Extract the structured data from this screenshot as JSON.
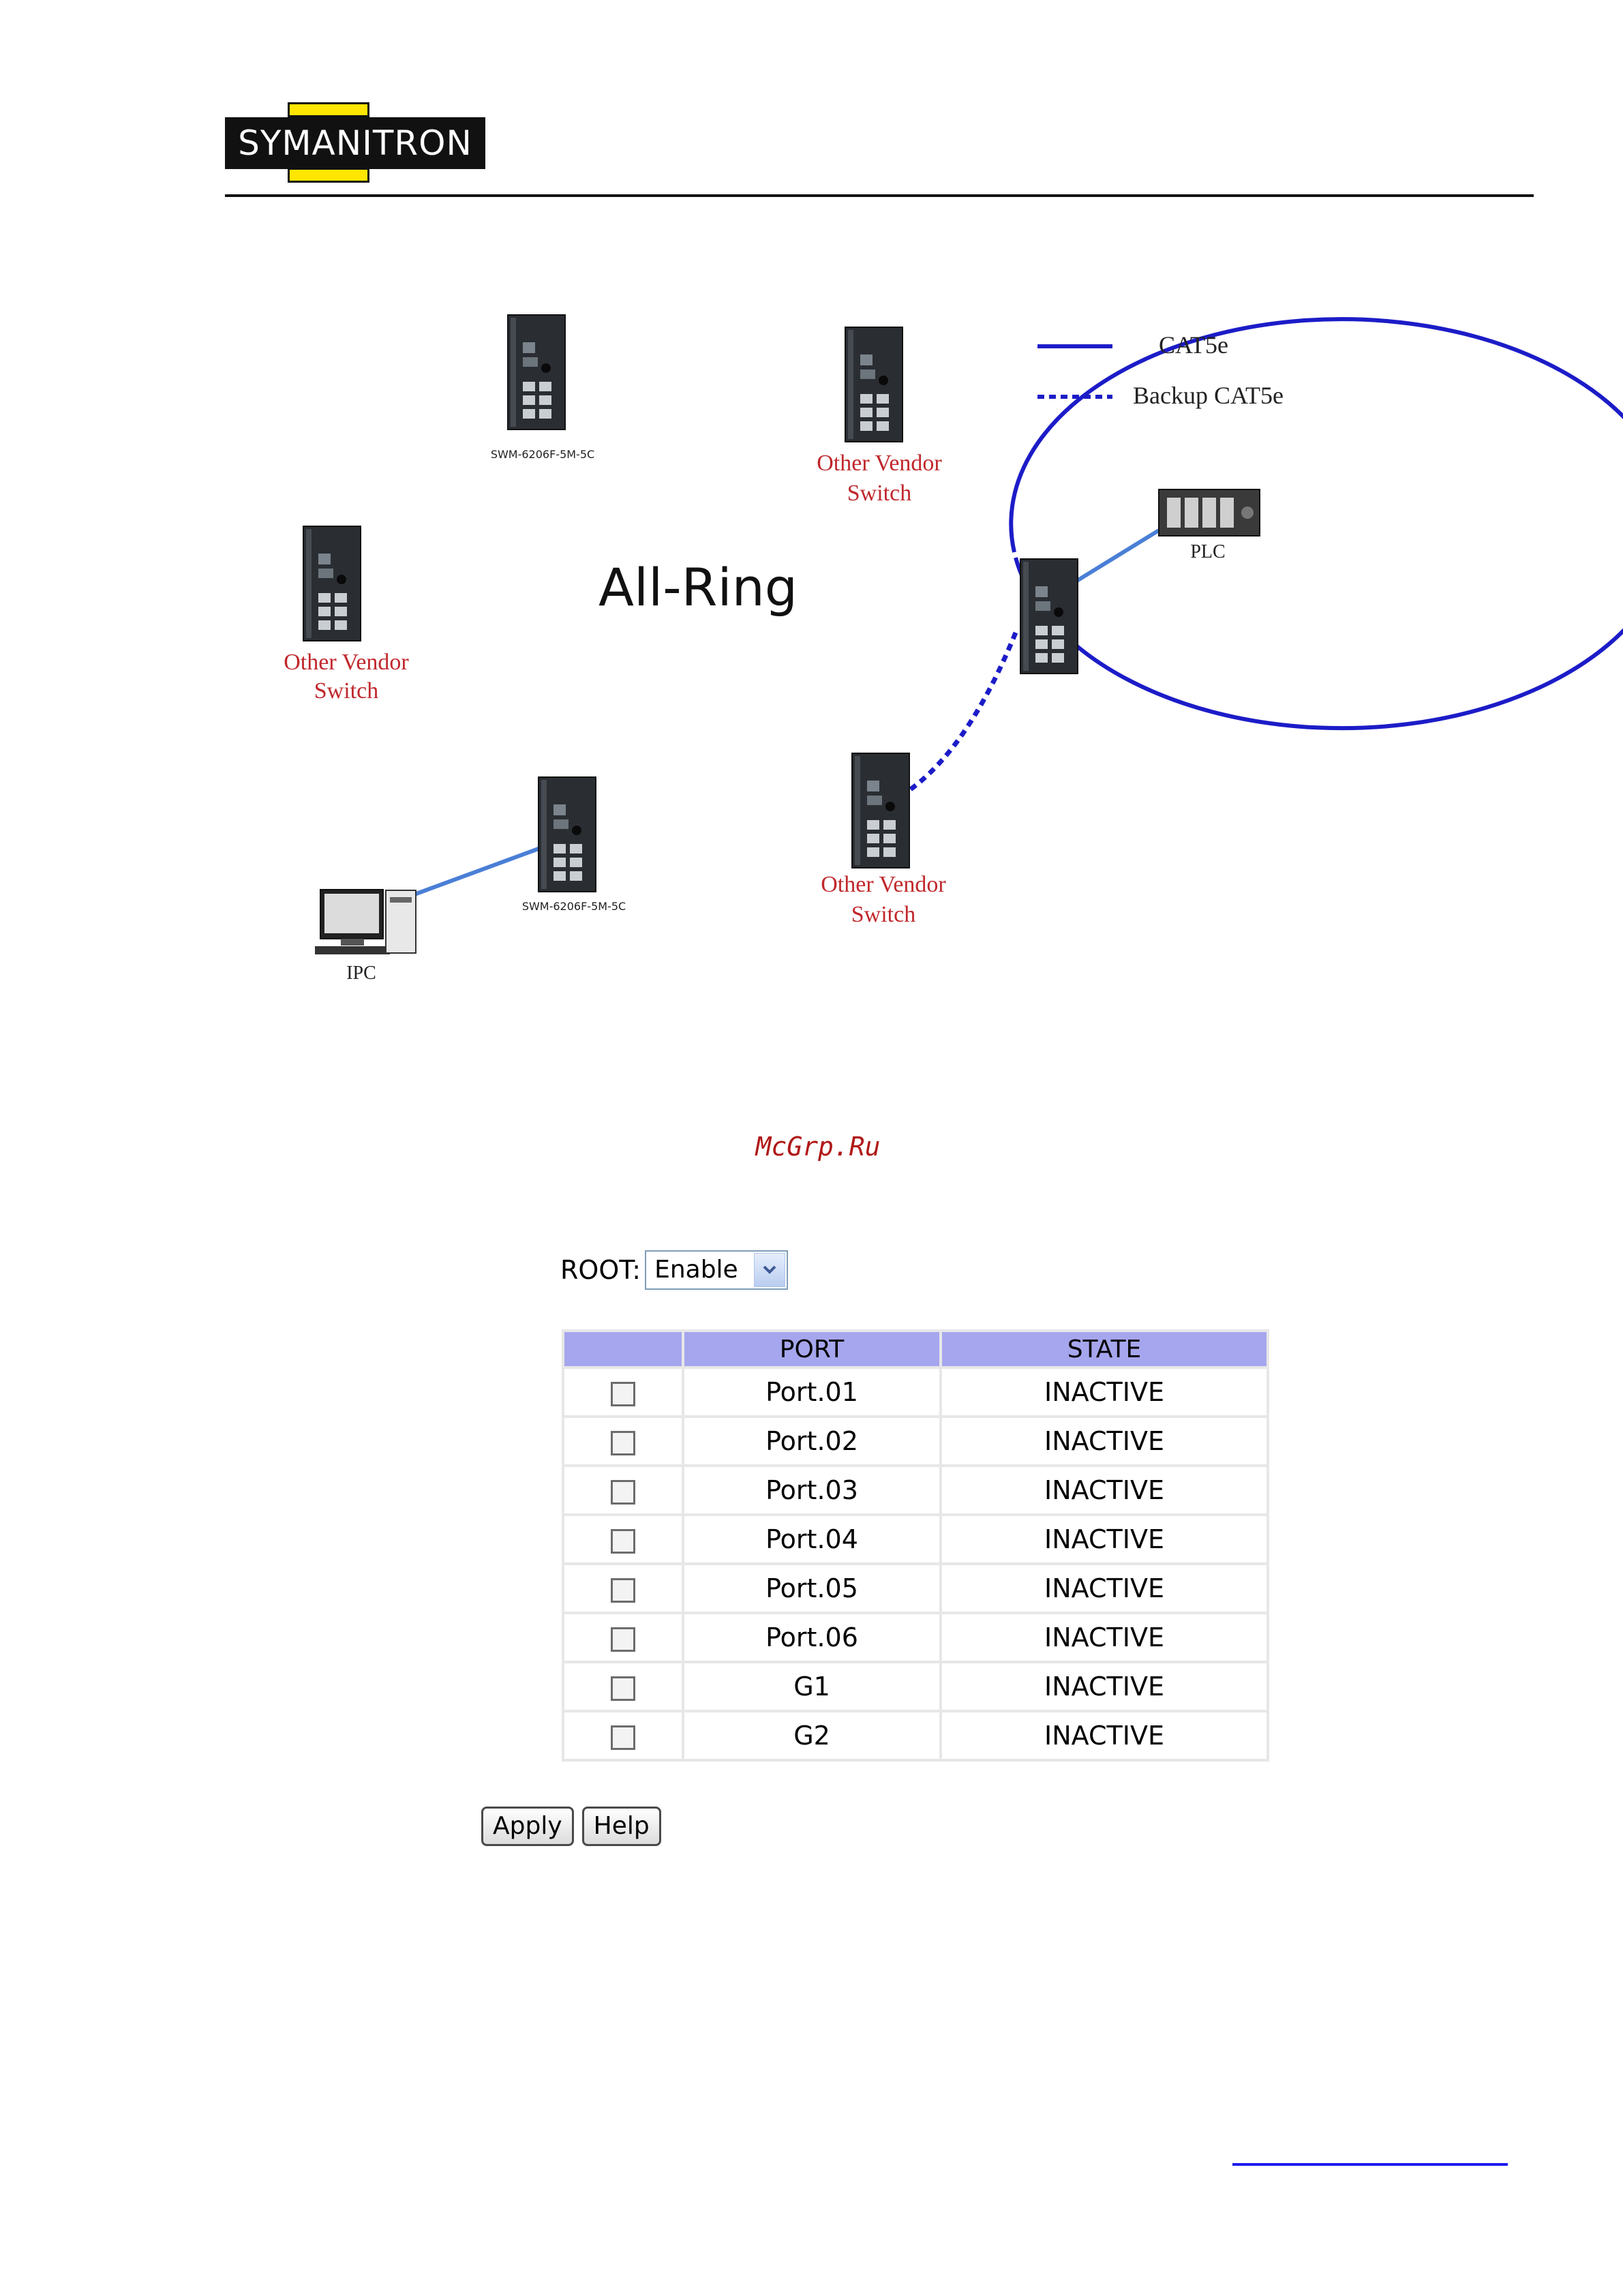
{
  "header": {
    "logo_text": "SYMANITRON"
  },
  "diagram": {
    "title": "All-Ring",
    "legend": {
      "solid_label": "CAT5e",
      "dashed_label": "Backup CAT5e"
    },
    "nodes": {
      "top_left_model": "SWM-6206F-5M-5C",
      "bottom_model": "SWM-6206F-5M-5C",
      "other_vendor_line1": "Other Vendor",
      "other_vendor_line2": "Switch",
      "plc_label": "PLC",
      "ipc_label": "IPC"
    },
    "colors": {
      "ring": "#1c1cc8",
      "link": "#4a7fd6",
      "vendor_text": "#c0282c"
    }
  },
  "watermark": "McGrp.Ru",
  "form": {
    "root_label": "ROOT:",
    "root_value": "Enable",
    "table": {
      "headers": [
        "",
        "PORT",
        "STATE"
      ],
      "rows": [
        {
          "port": "Port.01",
          "state": "INACTIVE"
        },
        {
          "port": "Port.02",
          "state": "INACTIVE"
        },
        {
          "port": "Port.03",
          "state": "INACTIVE"
        },
        {
          "port": "Port.04",
          "state": "INACTIVE"
        },
        {
          "port": "Port.05",
          "state": "INACTIVE"
        },
        {
          "port": "Port.06",
          "state": "INACTIVE"
        },
        {
          "port": "G1",
          "state": "INACTIVE"
        },
        {
          "port": "G2",
          "state": "INACTIVE"
        }
      ]
    },
    "buttons": {
      "apply": "Apply",
      "help": "Help"
    }
  }
}
